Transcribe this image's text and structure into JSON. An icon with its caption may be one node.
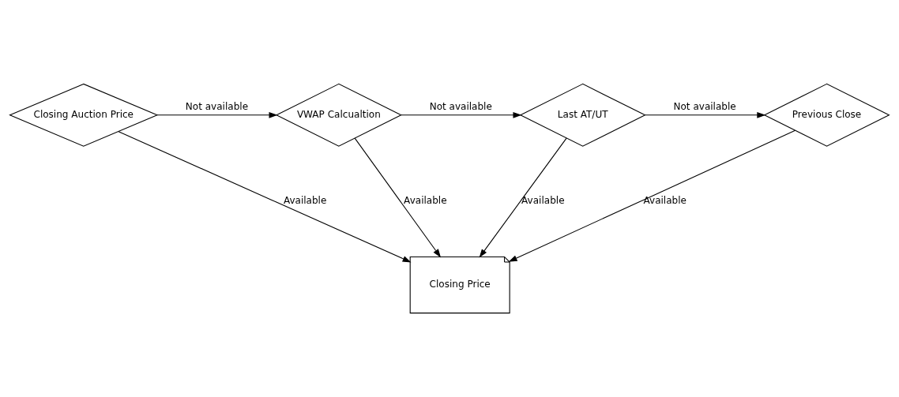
{
  "diagram": {
    "nodes": [
      {
        "text": [
          "Closing Auction Price"
        ]
      },
      {
        "text": [
          "VWAP Calcualtion"
        ]
      },
      {
        "text": [
          "Last AT/UT"
        ]
      },
      {
        "text": [
          "Previous Close"
        ]
      },
      {
        "text": [
          "Closing Price"
        ]
      }
    ],
    "edges": [
      {
        "from": 0,
        "to": 1,
        "arrow": "to",
        "label": "Not available"
      },
      {
        "from": 1,
        "to": 2,
        "arrow": "to",
        "label": "Not available"
      },
      {
        "from": 2,
        "to": 3,
        "arrow": "to",
        "label": "Not available"
      },
      {
        "from": 0,
        "to": 4,
        "arrow": "to",
        "label": "Available"
      },
      {
        "from": 1,
        "to": 4,
        "arrow": "to",
        "label": "Available"
      },
      {
        "from": 2,
        "to": 4,
        "arrow": "to",
        "label": "Available"
      },
      {
        "from": 3,
        "to": 4,
        "arrow": "to",
        "label": "Available"
      }
    ]
  }
}
